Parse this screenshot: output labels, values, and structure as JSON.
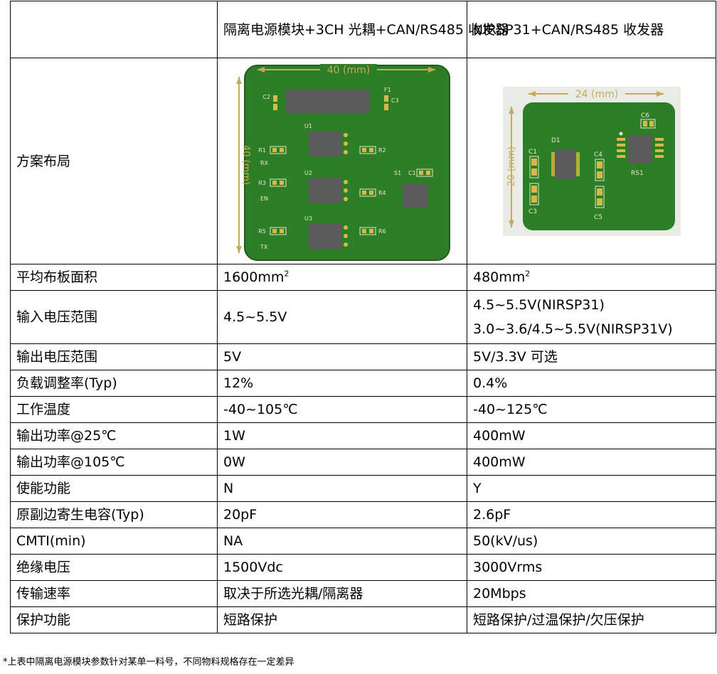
{
  "header": {
    "col1": "",
    "col2": "隔离电源模块+3CH 光耦+CAN/RS485 收发器",
    "col3": "NIRSP31+CAN/RS485 收发器"
  },
  "layout_row": {
    "label": "方案布局",
    "left_pcb": {
      "dimension_top": "40 (mm)",
      "dimension_side": "40 (mm)",
      "parts": [
        "C2",
        "F1",
        "C3",
        "U1",
        "R1",
        "R2",
        "RX",
        "U2",
        "S1",
        "C1",
        "R3",
        "R4",
        "EN",
        "U3",
        "R5",
        "R6",
        "TX"
      ]
    },
    "right_pcb": {
      "dimension_top": "24 (mm)",
      "dimension_side": "20 (mm)",
      "parts": [
        "C6",
        "D1",
        "C1",
        "C4",
        "RS1",
        "C3",
        "C5"
      ]
    }
  },
  "rows": [
    {
      "label": "平均布板面积",
      "a": "1600mm",
      "a_sup": "2",
      "b": "480mm",
      "b_sup": "2"
    },
    {
      "label": "输入电压范围",
      "a": "4.5~5.5V",
      "b_lines": [
        "4.5~5.5V(NIRSP31)",
        "3.0~3.6/4.5~5.5V(NIRSP31V)"
      ]
    },
    {
      "label": "输出电压范围",
      "a": "5V",
      "b": "5V/3.3V 可选"
    },
    {
      "label": "负载调整率(Typ)",
      "a": "12%",
      "b": "0.4%"
    },
    {
      "label": "工作温度",
      "a": "-40~105℃",
      "b": "-40~125℃"
    },
    {
      "label": "输出功率@25℃",
      "a": "1W",
      "b": "400mW"
    },
    {
      "label": "输出功率@105℃",
      "a": "0W",
      "b": "400mW"
    },
    {
      "label": "使能功能",
      "a": "N",
      "b": "Y"
    },
    {
      "label": "原副边寄生电容(Typ)",
      "a": "20pF",
      "b": "2.6pF"
    },
    {
      "label": "CMTI(min)",
      "a": "NA",
      "b": "50(kV/us)"
    },
    {
      "label": "绝缘电压",
      "a": "1500Vdc",
      "b": "3000Vrms"
    },
    {
      "label": "传输速率",
      "a": "取决于所选光耦/隔离器",
      "b": "20Mbps"
    },
    {
      "label": "保护功能",
      "a": "短路保护",
      "b": "短路保护/过温保护/欠压保护"
    }
  ],
  "footnote": "*上表中隔离电源模块参数针对某单一料号，不同物料规格存在一定差异",
  "colors": {
    "pcb_green": "#2e7d27",
    "pcb_dark": "#215c1c",
    "silk": "#e6e6d2",
    "dim_gold": "#c8a85a",
    "chip": "#5b5b5b",
    "pad": "#d8b84a"
  }
}
